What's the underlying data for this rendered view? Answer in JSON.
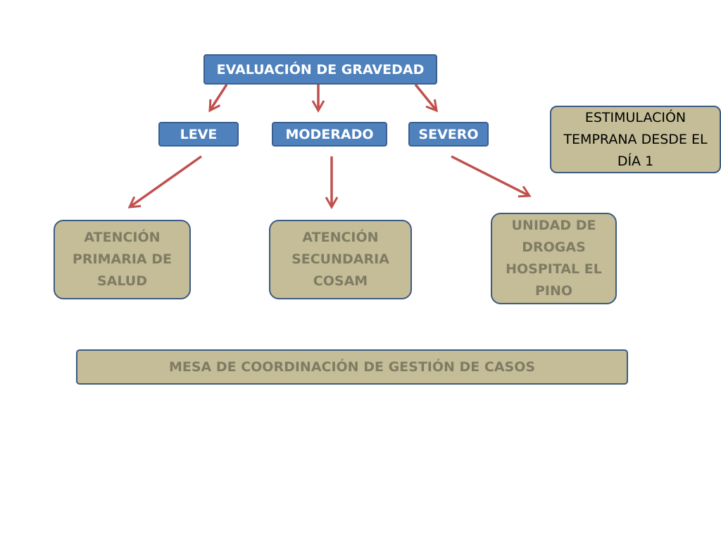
{
  "diagram": {
    "root": {
      "label": "EVALUACIÓN DE GRAVEDAD"
    },
    "levels": [
      {
        "label": "LEVE"
      },
      {
        "label": "MODERADO"
      },
      {
        "label": "SEVERO"
      }
    ],
    "destinations": [
      {
        "label": "ATENCIÓN PRIMARIA DE SALUD"
      },
      {
        "label": "ATENCIÓN SECUNDARIA COSAM"
      },
      {
        "label": "UNIDAD DE DROGAS HOSPITAL EL PINO"
      }
    ],
    "note": {
      "label": "ESTIMULACIÓN TEMPRANA DESDE EL DÍA 1"
    },
    "footer": {
      "label": "MESA DE COORDINACIÓN DE GESTIÓN DE CASOS"
    }
  },
  "colors": {
    "blue_fill": "#4f81bd",
    "blue_border": "#3a5f8f",
    "tan_fill": "#c4bd97",
    "tan_border": "#3c5a82",
    "tan_text": "#7f7c64",
    "arrow": "#c0504d"
  }
}
